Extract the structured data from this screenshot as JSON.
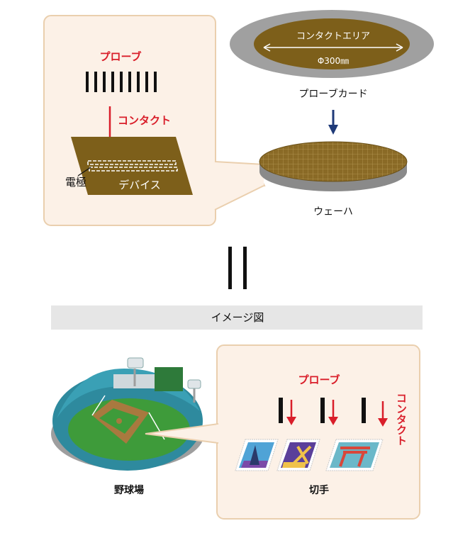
{
  "top": {
    "probe_label": "プローブ",
    "contact_label": "コンタクト",
    "electrode_label": "電極",
    "device_label": "デバイス",
    "contact_area_label": "コンタクトエリア",
    "diameter_label": "Φ300㎜",
    "probe_card_label": "プローブカード",
    "wafer_label": "ウェーハ"
  },
  "equals_symbol": "||",
  "banner": {
    "label": "イメージ図"
  },
  "bottom": {
    "stadium_label": "野球場",
    "probe_label": "プローブ",
    "contact_label": "コンタクト",
    "stamp_label": "切手"
  },
  "colors": {
    "panel_fill": "#fcf1e7",
    "panel_border": "#eacfae",
    "accent_red": "#d91e2a",
    "navy_arrow": "#1f3a78",
    "gold": "#7d5f1a",
    "gray_ring": "#a0a0a0",
    "banner_gray": "#e6e6e6"
  }
}
